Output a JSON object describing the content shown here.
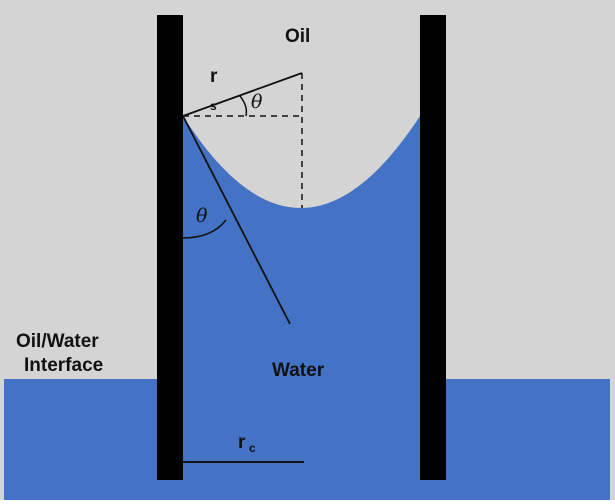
{
  "labels": {
    "oil": "Oil",
    "water": "Water",
    "interface_line1": "Oil/Water",
    "interface_line2": "Interface",
    "radius_s_main": "r",
    "radius_s_sub": "s",
    "radius_c_main": "r",
    "radius_c_sub": "c",
    "theta_top": "θ",
    "theta_wall": "θ"
  },
  "colors": {
    "oil": "#d4d4d4",
    "water": "#4472c4",
    "wall": "#000000",
    "line": "#111111"
  }
}
